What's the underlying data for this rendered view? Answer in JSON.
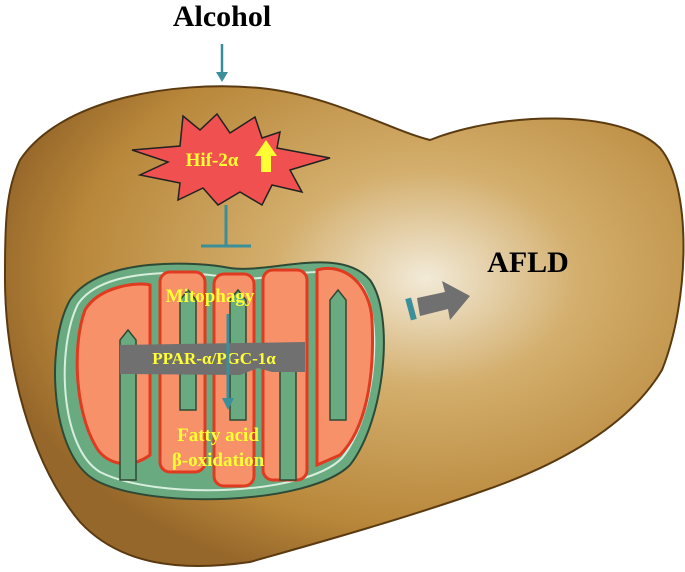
{
  "labels": {
    "alcohol": "Alcohol",
    "hif": "Hif-2α",
    "mitophagy": "Mitophagy",
    "ppar": "PPAR-α/PGC-1α",
    "fatty_acid_line1": "Fatty acid",
    "fatty_acid_line2": "β-oxidation",
    "afld": "AFLD"
  },
  "colors": {
    "liver": "#b98a3e",
    "arrow_teal": "#3a8f9a",
    "burst_red": "#f05050",
    "label_yellow": "#ffff33",
    "mito_green": "#6aaa80",
    "mito_orange": "#f7916a",
    "band_gray": "#707070"
  }
}
